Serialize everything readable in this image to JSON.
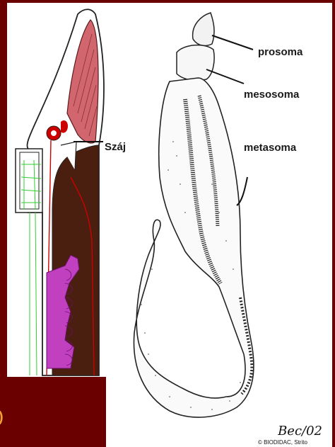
{
  "labels": {
    "prosoma": "prosoma",
    "mesosoma": "mesosoma",
    "metasoma": "metasoma",
    "mouth": "Száj"
  },
  "footer": {
    "orange_fragment": ")",
    "signature": "Bec/02",
    "copyright": "© BIODIDAC, Strito"
  },
  "colors": {
    "background": "#6b0000",
    "panel": "#ffffff",
    "muscle": "#d2666e",
    "gut": "#4b1f0f",
    "gonad": "#c040c0",
    "nerve": "#33cc33",
    "vessel": "#cc0000",
    "accent_text": "#f0a030"
  }
}
